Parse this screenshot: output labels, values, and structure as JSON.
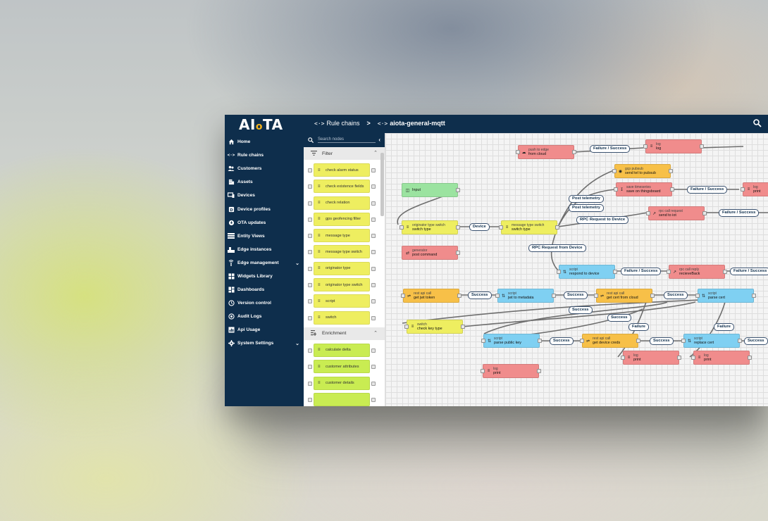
{
  "app": {
    "logo_a": "AI",
    "logo_o": "o",
    "logo_b": "TA"
  },
  "breadcrumb": {
    "root": "Rule chains",
    "separator": ">",
    "current": "aiota-general-mqtt"
  },
  "sidebar": {
    "items": [
      {
        "label": "Home",
        "icon": "home-icon"
      },
      {
        "label": "Rule chains",
        "icon": "code-arrows-icon"
      },
      {
        "label": "Customers",
        "icon": "people-icon"
      },
      {
        "label": "Assets",
        "icon": "building-icon"
      },
      {
        "label": "Devices",
        "icon": "devices-icon"
      },
      {
        "label": "Device profiles",
        "icon": "profile-icon"
      },
      {
        "label": "OTA updates",
        "icon": "ota-icon"
      },
      {
        "label": "Entity Views",
        "icon": "list-icon"
      },
      {
        "label": "Edge instances",
        "icon": "edge-icon"
      },
      {
        "label": "Edge management",
        "icon": "antenna-icon",
        "expandable": true
      },
      {
        "label": "Widgets Library",
        "icon": "widgets-icon"
      },
      {
        "label": "Dashboards",
        "icon": "dashboard-icon"
      },
      {
        "label": "Version control",
        "icon": "history-icon"
      },
      {
        "label": "Audit Logs",
        "icon": "audit-icon"
      },
      {
        "label": "Api Usage",
        "icon": "chart-icon"
      },
      {
        "label": "System Settings",
        "icon": "gear-icon",
        "expandable": true
      }
    ]
  },
  "palette": {
    "search_placeholder": "Search nodes",
    "sections": [
      {
        "title": "Filter",
        "nodes": [
          "check alarm status",
          "check existence fields",
          "check relation",
          "gps geofencing filter",
          "message type",
          "message type switch",
          "originator type",
          "originator type switch",
          "script",
          "switch"
        ]
      },
      {
        "title": "Enrichment",
        "nodes": [
          "calculate delta",
          "customer attributes",
          "customer details"
        ]
      }
    ]
  },
  "canvas": {
    "nodes": [
      {
        "id": "n1",
        "t1": "push to edge",
        "t2": "from cloud",
        "color": "red"
      },
      {
        "id": "n2",
        "t1": "log",
        "t2": "log",
        "color": "red"
      },
      {
        "id": "n3",
        "t1": "gcp pubsub",
        "t2": "send tel to pubsub",
        "color": "orange"
      },
      {
        "id": "n4",
        "t1": "",
        "t2": "Input",
        "color": "green"
      },
      {
        "id": "n5",
        "t1": "save timeseries",
        "t2": "save on thingsboard",
        "color": "red"
      },
      {
        "id": "n6",
        "t1": "log",
        "t2": "print",
        "color": "red"
      },
      {
        "id": "n7",
        "t1": "rpc call request",
        "t2": "send to iot",
        "color": "red"
      },
      {
        "id": "n8",
        "t1": "originator type switch",
        "t2": "switch type",
        "color": "yellow"
      },
      {
        "id": "n9",
        "t1": "message type switch",
        "t2": "switch type",
        "color": "yellow"
      },
      {
        "id": "n10",
        "t1": "generator",
        "t2": "post command",
        "color": "red"
      },
      {
        "id": "n11",
        "t1": "script",
        "t2": "respond to device",
        "color": "blue"
      },
      {
        "id": "n12",
        "t1": "rpc call reply",
        "t2": "recieveBack",
        "color": "red"
      },
      {
        "id": "n13",
        "t1": "rest api call",
        "t2": "get jwt token",
        "color": "orange"
      },
      {
        "id": "n14",
        "t1": "script",
        "t2": "jwt to metadata",
        "color": "blue"
      },
      {
        "id": "n15",
        "t1": "rest api call",
        "t2": "get cert from cloud",
        "color": "orange"
      },
      {
        "id": "n16",
        "t1": "script",
        "t2": "parse cert",
        "color": "blue"
      },
      {
        "id": "n17",
        "t1": "switch",
        "t2": "check key type",
        "color": "yellow"
      },
      {
        "id": "n18",
        "t1": "script",
        "t2": "parse public key",
        "color": "blue"
      },
      {
        "id": "n19",
        "t1": "rest api call",
        "t2": "get device creds",
        "color": "orange"
      },
      {
        "id": "n20",
        "t1": "script",
        "t2": "replace cert",
        "color": "blue"
      },
      {
        "id": "n21",
        "t1": "log",
        "t2": "print",
        "color": "red"
      },
      {
        "id": "n22",
        "t1": "log",
        "t2": "print",
        "color": "red"
      },
      {
        "id": "n23",
        "t1": "log",
        "t2": "print",
        "color": "red"
      }
    ],
    "labels": [
      "Failure / Success",
      "Failure / Success",
      "Post telemetry",
      "Post telemetry",
      "RPC Request to Device",
      "Failure / Success",
      "Device",
      "RPC Request from Device",
      "Failure / Success",
      "Failure / Success",
      "Success",
      "Success",
      "Success",
      "Success",
      "Success",
      "Failure",
      "Failure",
      "Success",
      "Success",
      "Success"
    ]
  }
}
